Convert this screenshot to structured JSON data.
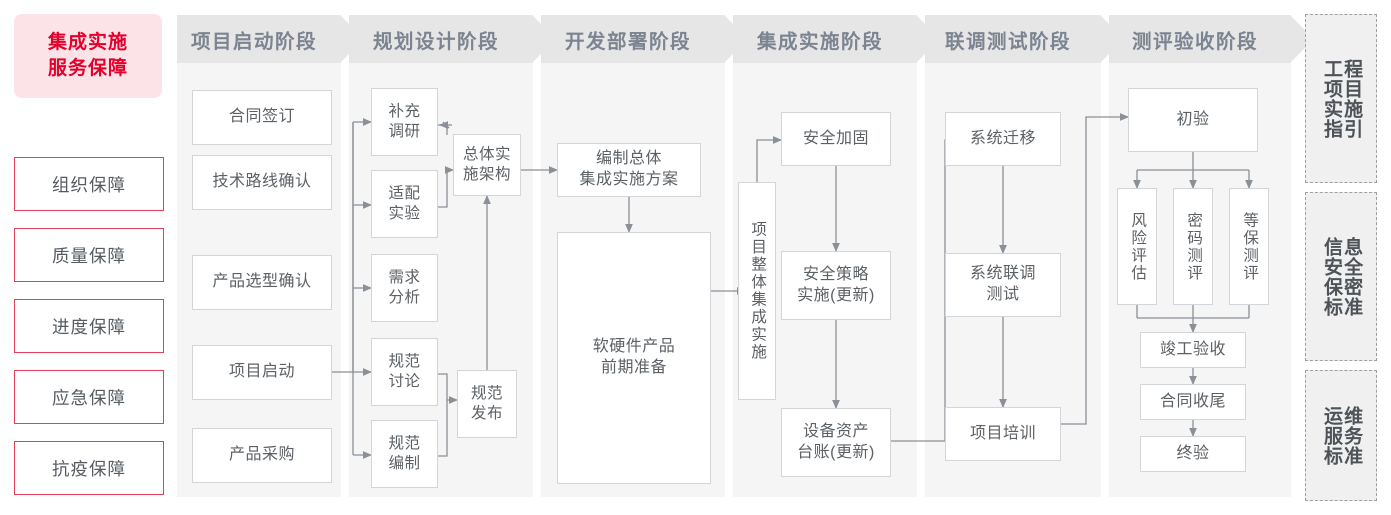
{
  "guarantee": {
    "title": "集成实施\n服务保障",
    "title_line1": "集成实施",
    "title_line2": "服务保障",
    "accent_color": "#e4002b",
    "bg_color": "#fbe3e8",
    "items": [
      {
        "label": "组织保障"
      },
      {
        "label": "质量保障"
      },
      {
        "label": "进度保障"
      },
      {
        "label": "应急保障"
      },
      {
        "label": "抗疫保障"
      }
    ]
  },
  "phases": [
    {
      "id": "phase-start",
      "title": "项目启动阶段",
      "nodes": [
        {
          "id": "n-contract",
          "label": "合同签订"
        },
        {
          "id": "n-tech-route",
          "label": "技术路线确认"
        },
        {
          "id": "n-product-select",
          "label": "产品选型确认"
        },
        {
          "id": "n-project-kickoff",
          "label": "项目启动"
        },
        {
          "id": "n-product-purchase",
          "label": "产品采购"
        }
      ]
    },
    {
      "id": "phase-plan",
      "title": "规划设计阶段",
      "nodes": [
        {
          "id": "n-supplement-research",
          "label": "补充\n调研",
          "l1": "补充",
          "l2": "调研"
        },
        {
          "id": "n-adapt-test",
          "label": "适配\n实验",
          "l1": "适配",
          "l2": "实验"
        },
        {
          "id": "n-requirement-analysis",
          "label": "需求\n分析",
          "l1": "需求",
          "l2": "分析"
        },
        {
          "id": "n-spec-discussion",
          "label": "规范\n讨论",
          "l1": "规范",
          "l2": "讨论"
        },
        {
          "id": "n-spec-drafting",
          "label": "规范\n编制",
          "l1": "规范",
          "l2": "编制"
        },
        {
          "id": "n-overall-architecture",
          "label": "总体实\n施架构",
          "l1": "总体实",
          "l2": "施架构"
        },
        {
          "id": "n-spec-release",
          "label": "规范\n发布",
          "l1": "规范",
          "l2": "发布"
        }
      ]
    },
    {
      "id": "phase-dev",
      "title": "开发部署阶段",
      "nodes": [
        {
          "id": "n-overall-plan",
          "label": "编制总体\n集成实施方案",
          "l1": "编制总体",
          "l2": "集成实施方案"
        },
        {
          "id": "n-hw-sw-prep",
          "label": "软硬件产品\n前期准备",
          "l1": "软硬件产品",
          "l2": "前期准备"
        }
      ]
    },
    {
      "id": "phase-integration",
      "title": "集成实施阶段",
      "nodes": [
        {
          "id": "n-overall-integration",
          "label": "项目整体集成实施"
        },
        {
          "id": "n-security-harden",
          "label": "安全加固"
        },
        {
          "id": "n-security-policy",
          "label": "安全策略\n实施(更新)",
          "l1": "安全策略",
          "l2": "实施(更新)"
        },
        {
          "id": "n-asset-ledger",
          "label": "设备资产\n台账(更新)",
          "l1": "设备资产",
          "l2": "台账(更新)"
        }
      ]
    },
    {
      "id": "phase-joint-test",
      "title": "联调测试阶段",
      "nodes": [
        {
          "id": "n-system-migration",
          "label": "系统迁移"
        },
        {
          "id": "n-system-joint-test",
          "label": "系统联调\n测试",
          "l1": "系统联调",
          "l2": "测试"
        },
        {
          "id": "n-project-training",
          "label": "项目培训"
        }
      ]
    },
    {
      "id": "phase-acceptance",
      "title": "测评验收阶段",
      "nodes": [
        {
          "id": "n-preliminary-acceptance",
          "label": "初验"
        },
        {
          "id": "n-risk-assessment",
          "label": "风险评估"
        },
        {
          "id": "n-crypto-evaluation",
          "label": "密码测评"
        },
        {
          "id": "n-classified-evaluation",
          "label": "等保测评"
        },
        {
          "id": "n-completion-acceptance",
          "label": "竣工验收"
        },
        {
          "id": "n-contract-closure",
          "label": "合同收尾"
        },
        {
          "id": "n-final-acceptance",
          "label": "终验"
        }
      ]
    }
  ],
  "standards": [
    {
      "id": "std-engineering",
      "label": "工程项目实施指引",
      "col_right": "程目施引",
      "col_left": "工项实指"
    },
    {
      "id": "std-infosec",
      "label": "信息安全保密标准",
      "col_right": "息全密准",
      "col_left": "信安保标"
    },
    {
      "id": "std-ops",
      "label": "运维服务标准",
      "col_right": "维务准",
      "col_left": "运服标"
    }
  ],
  "theme": {
    "connector_color": "#8a9096",
    "node_border": "#d3d6d9",
    "column_bg": "#f5f5f5",
    "header_bg": "#e6e6e6",
    "header_text": "#7b8490",
    "node_text": "#5c6166"
  }
}
